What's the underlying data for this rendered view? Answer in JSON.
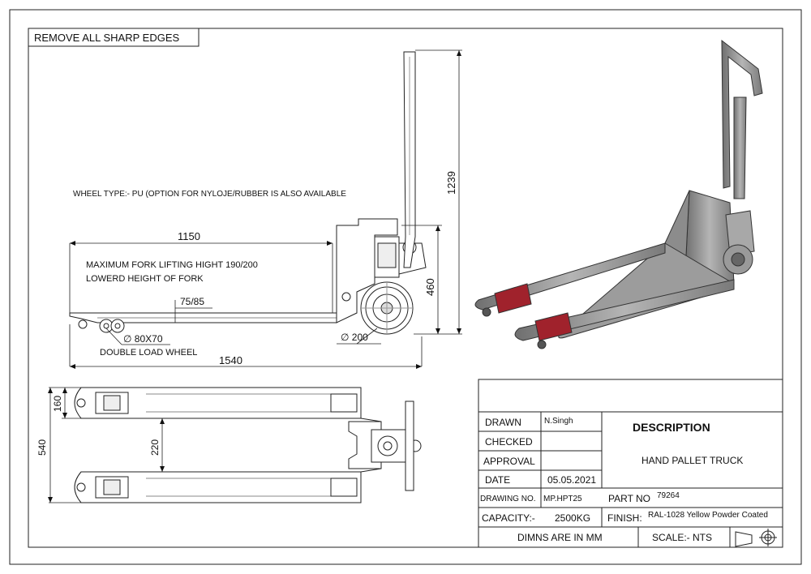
{
  "note": "REMOVE ALL SHARP EDGES",
  "wheel_type": "WHEEL TYPE:- PU (OPTION FOR NYLOJE/RUBBER IS ALSO AVAILABLE",
  "lift_note": "MAXIMUM FORK LIFTING HIGHT 190/200",
  "lowered_note": "LOWERD HEIGHT OF FORK",
  "dims": {
    "fork_length": "1150",
    "total_height": "1239",
    "handle_height": "460",
    "fork_height": "75/85",
    "load_wheel": "∅ 80X70",
    "load_wheel_note": "DOUBLE LOAD WHEEL",
    "steer_wheel": "∅ 200",
    "overall_length": "1540",
    "fork_width": "160",
    "overall_width": "540",
    "inner_width": "220"
  },
  "title_block": {
    "drawn_label": "DRAWN",
    "drawn_value": "N.Singh",
    "checked_label": "CHECKED",
    "approval_label": "APPROVAL",
    "date_label": "DATE",
    "date_value": "05.05.2021",
    "drawing_no_label": "DRAWING NO.",
    "drawing_no_value": "MP.HPT25",
    "description_label": "DESCRIPTION",
    "description_value": "HAND PALLET TRUCK",
    "part_no_label": "PART NO",
    "part_no_value": "79264",
    "capacity_label": "CAPACITY:-",
    "capacity_value": "2500KG",
    "finish_label": "FINISH:",
    "finish_value": "RAL-1028 Yellow Powder Coated",
    "units": "DIMNS ARE IN MM",
    "scale": "SCALE:- NTS"
  }
}
